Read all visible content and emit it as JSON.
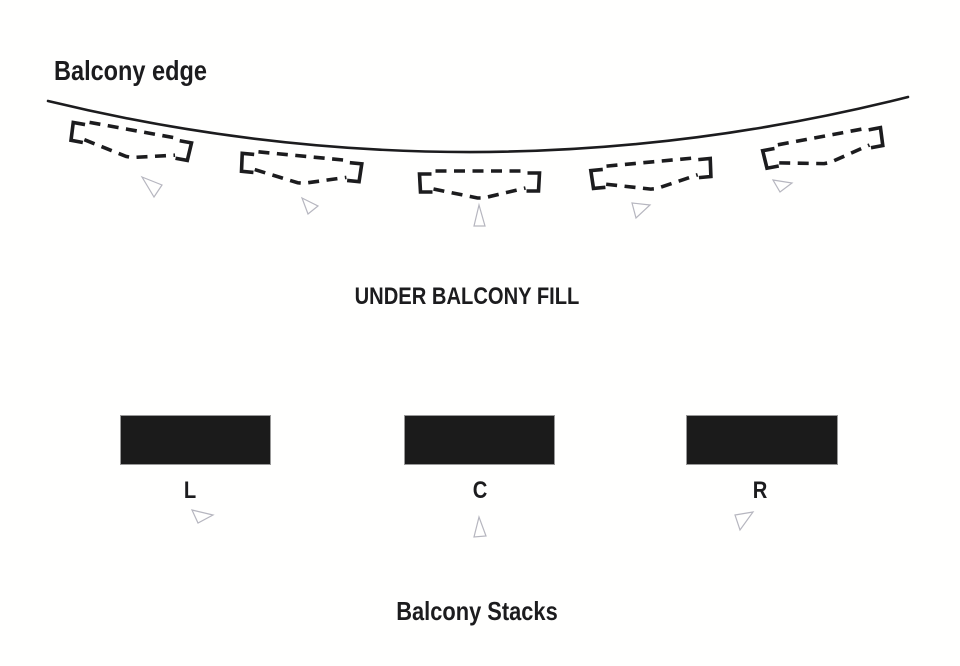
{
  "labels": {
    "balcony_edge": "Balcony edge",
    "under_balcony_fill": "UNDER BALCONY FILL",
    "balcony_stacks": "Balcony Stacks"
  },
  "stacks": [
    {
      "label": "L"
    },
    {
      "label": "C"
    },
    {
      "label": "R"
    }
  ],
  "under_balcony_speakers": {
    "count": 5,
    "style": "dashed-outline-speaker-symbol"
  },
  "icons": {
    "direction_arrow": "small-gray-outline-triangle",
    "speaker_symbol": "dashed-bracketed-speaker-box"
  },
  "colors": {
    "ink": "#1c1c1e",
    "stack": "#1b1b1b",
    "arrow": "#b6b6bf",
    "bg": "#fffffe"
  }
}
